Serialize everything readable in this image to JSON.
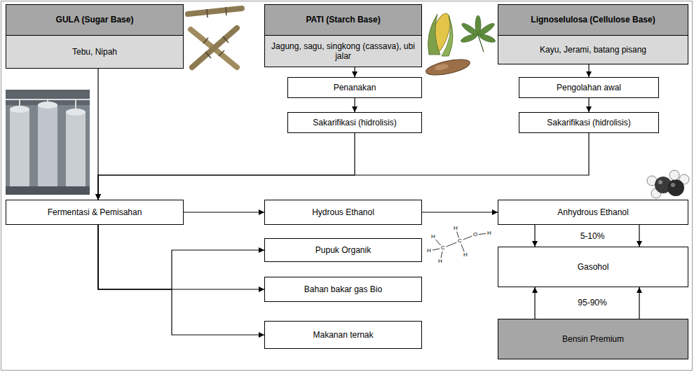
{
  "diagram": {
    "nodes": [
      {
        "text": [
          "GULA (Sugar Base)",
          "Tebu, Nipah"
        ]
      },
      {
        "text": [
          "PATI (Starch Base)",
          "Jagung, sagu, singkong (cassava), ubi jalar"
        ]
      },
      {
        "text": [
          "Lignoselulosa (Cellulose Base)",
          "Kayu, Jerami, batang pisang"
        ]
      },
      {
        "text": [
          "Penanakan"
        ]
      },
      {
        "text": [
          "Pengolahan awal"
        ]
      },
      {
        "text": [
          "Sakarifikasi (hidrolisis)"
        ]
      },
      {
        "text": [
          "Sakarifikasi (hidrolisis)"
        ]
      },
      {
        "text": [
          "Fermentasi & Pemisahan"
        ]
      },
      {
        "text": [
          "Hydrous Ethanol"
        ]
      },
      {
        "text": [
          "Anhydrous Ethanol"
        ]
      },
      {
        "text": [
          "Pupuk Organik"
        ]
      },
      {
        "text": [
          "Gasohol"
        ]
      },
      {
        "text": [
          "Bahan bakar gas Bio"
        ]
      },
      {
        "text": [
          "Bensin Premium"
        ]
      },
      {
        "text": [
          "Makanan ternak"
        ]
      }
    ],
    "edges": [
      {
        "from": 0,
        "to": 7,
        "arrow": "to"
      },
      {
        "from": 1,
        "to": 3,
        "arrow": "to"
      },
      {
        "from": 2,
        "to": 4,
        "arrow": "to"
      },
      {
        "from": 3,
        "to": 5,
        "arrow": "to"
      },
      {
        "from": 4,
        "to": 6,
        "arrow": "to"
      },
      {
        "from": 5,
        "to": 7,
        "arrow": "to"
      },
      {
        "from": 6,
        "to": 7,
        "arrow": "to"
      },
      {
        "from": 7,
        "to": 8,
        "arrow": "to"
      },
      {
        "from": 8,
        "to": 9,
        "arrow": "to"
      },
      {
        "from": 7,
        "to": 10,
        "arrow": "to"
      },
      {
        "from": 7,
        "to": 12,
        "arrow": "to"
      },
      {
        "from": 7,
        "to": 14,
        "arrow": "to"
      },
      {
        "from": 9,
        "to": 11,
        "arrow": "to"
      },
      {
        "from": 9,
        "to": 11,
        "arrow": "to"
      },
      {
        "from": 13,
        "to": 11,
        "arrow": "to"
      },
      {
        "from": 13,
        "to": 11,
        "arrow": "to"
      }
    ],
    "labels": [
      "5-10%",
      "95-90%",
      "H",
      "H",
      "H",
      "C",
      "C",
      "H",
      "H",
      "O",
      "H"
    ]
  }
}
